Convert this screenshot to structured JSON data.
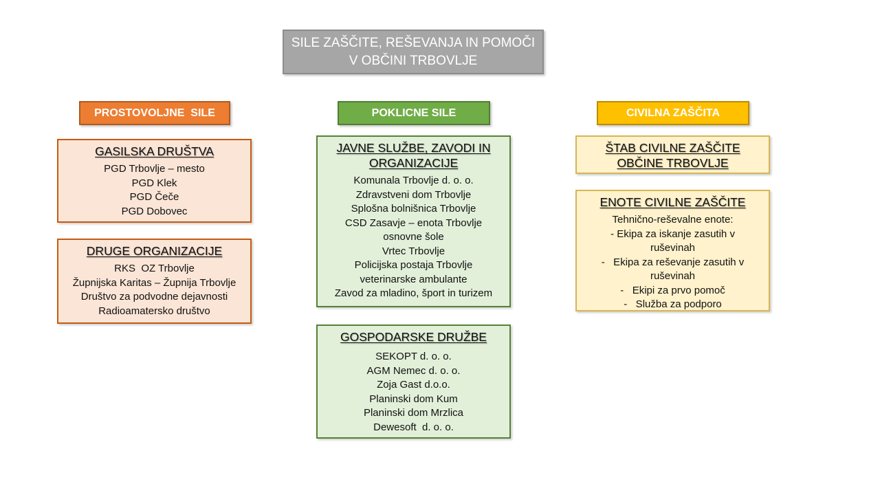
{
  "title": {
    "line1": "SILE ZAŠČITE, REŠEVANJA IN POMOČI",
    "line2": "V OBČINI TRBOVLJE"
  },
  "categories": {
    "volunteer": "PROSTOVOLJNE  SILE",
    "professional": "POKLICNE SILE",
    "civil": "CIVILNA ZAŠČITA"
  },
  "boxes": {
    "gasilska": {
      "title": "GASILSKA DRUŠTVA",
      "items": [
        "PGD Trbovlje – mesto",
        "PGD Klek",
        "PGD Čeče",
        "PGD Dobovec"
      ]
    },
    "druge": {
      "title": "DRUGE ORGANIZACIJE",
      "items": [
        "RKS  OZ Trbovlje",
        "Župnijska Karitas – Župnija Trbovlje",
        "Društvo za podvodne dejavnosti",
        "Radioamatersko društvo"
      ]
    },
    "javne": {
      "title_line1": "JAVNE SLUŽBE, ZAVODI IN",
      "title_line2": "ORGANIZACIJE",
      "items": [
        "Komunala Trbovlje d. o. o.",
        "Zdravstveni dom Trbovlje",
        "Splošna bolnišnica Trbovlje",
        "CSD Zasavje – enota Trbovlje",
        "osnovne šole",
        "Vrtec Trbovlje",
        "Policijska postaja Trbovlje",
        "veterinarske ambulante",
        "Zavod za mladino, šport in turizem"
      ]
    },
    "gospodarske": {
      "title": "GOSPODARSKE DRUŽBE",
      "items": [
        "SEKOPT d. o. o.",
        "AGM Nemec d. o. o.",
        "Zoja Gast d.o.o.",
        "Planinski dom Kum",
        "Planinski dom Mrzlica",
        "Dewesoft  d. o. o."
      ]
    },
    "stab": {
      "title_line1": "ŠTAB CIVILNE ZAŠČITE",
      "title_line2": "OBČINE TRBOVLJE"
    },
    "enote": {
      "title": "ENOTE CIVILNE ZAŠČITE",
      "items": [
        "Tehnično-reševalne enote:",
        "- Ekipa za iskanje zasutih v",
        "ruševinah",
        "-   Ekipa za reševanje zasutih v",
        "ruševinah",
        "-   Ekipi za prvo pomoč",
        "-   Služba za podporo"
      ]
    }
  },
  "colors": {
    "title": "#a6a6a6",
    "volunteer": "#ed7d31",
    "professional": "#70ad47",
    "civil": "#ffc000"
  }
}
